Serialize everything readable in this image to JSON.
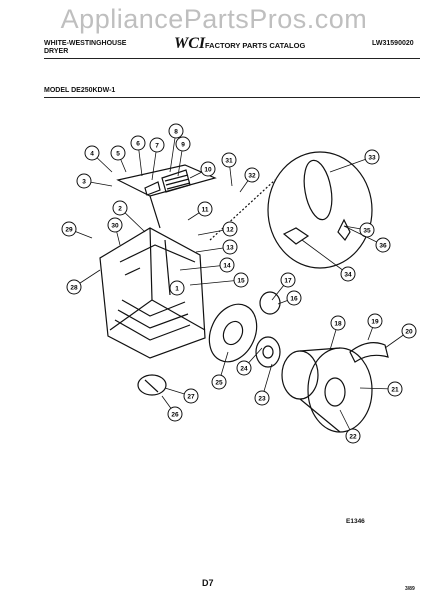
{
  "watermark": "AppliancePartsPros.com",
  "header": {
    "brand_line1": "WHITE-WESTINGHOUSE",
    "brand_line2": "DRYER",
    "logo": "WCI",
    "catalog_title": "FACTORY PARTS CATALOG",
    "catalog_number": "LW31590020"
  },
  "model": "MODEL DE250KDW-1",
  "figure_id": "E1346",
  "page_number": "D7",
  "date": "3/89",
  "callouts": [
    "1",
    "2",
    "3",
    "4",
    "5",
    "6",
    "7",
    "8",
    "9",
    "10",
    "11",
    "12",
    "13",
    "14",
    "15",
    "16",
    "17",
    "18",
    "19",
    "20",
    "21",
    "22",
    "23",
    "24",
    "25",
    "26",
    "27",
    "28",
    "29",
    "30",
    "31",
    "32",
    "33",
    "34",
    "35",
    "36"
  ]
}
